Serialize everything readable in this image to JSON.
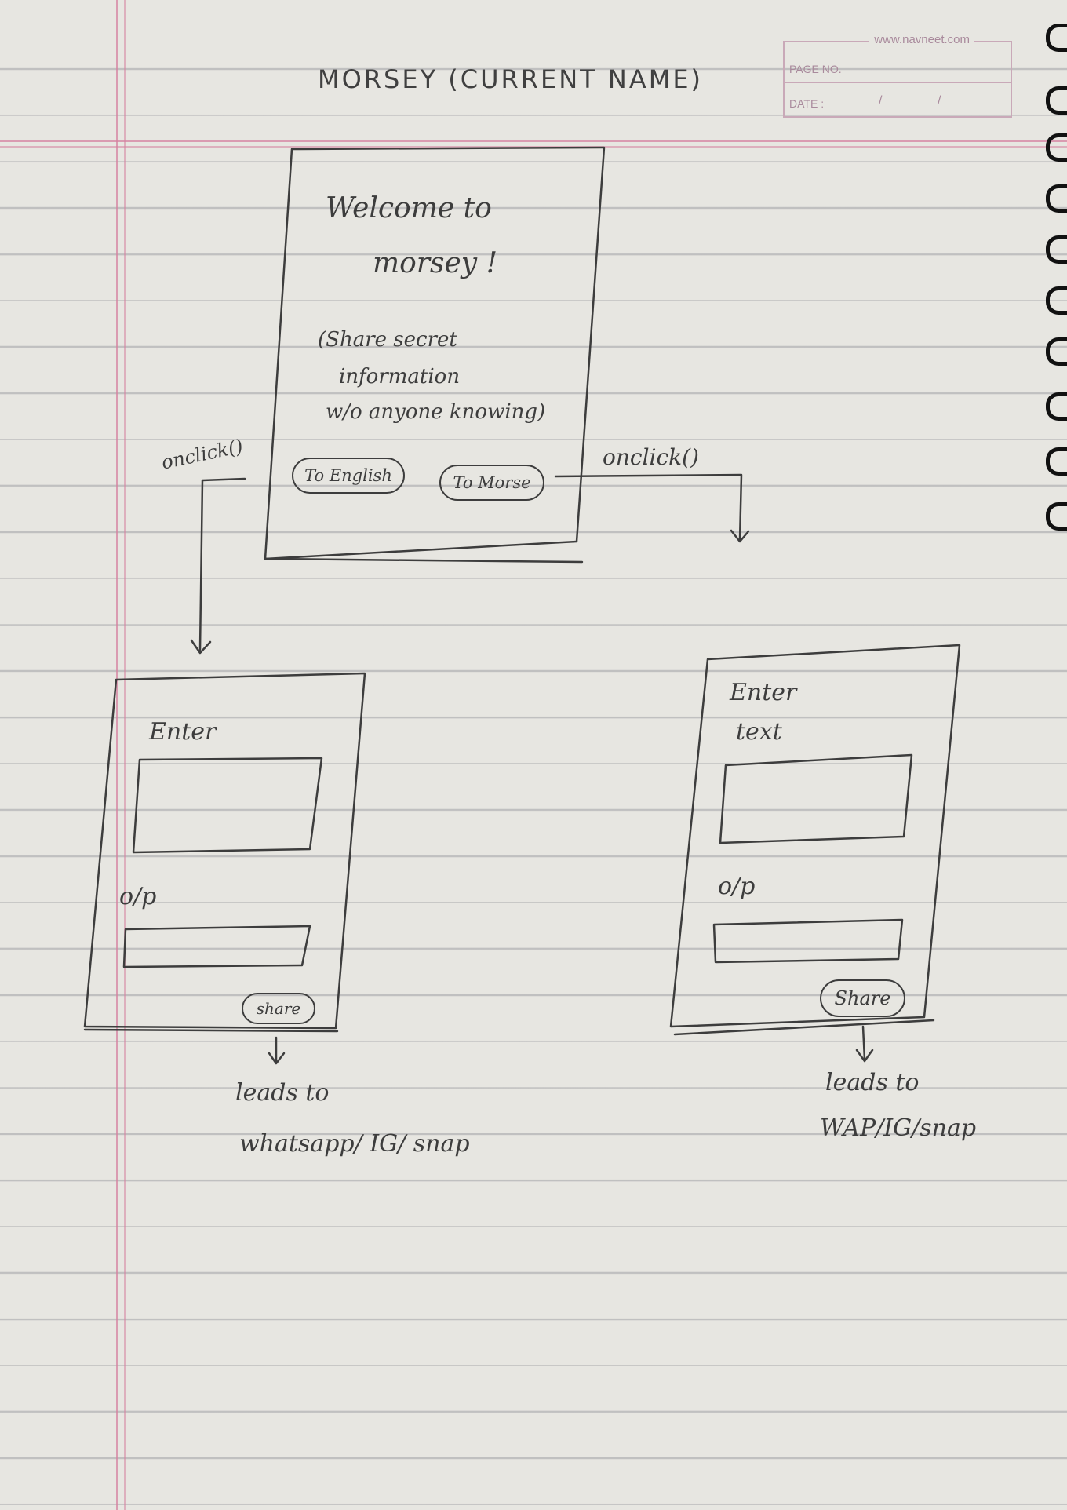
{
  "title": "MORSEY (CURRENT NAME)",
  "header": {
    "site": "www.navneet.com",
    "page_no": "PAGE NO.",
    "date": "DATE :",
    "date_sep": "/"
  },
  "welcome_screen": {
    "heading_line1": "Welcome to",
    "heading_line2": "morsey !",
    "desc_line1": "(Share secret",
    "desc_line2": "information",
    "desc_line3": "w/o anyone knowing)",
    "btn_english": "To English",
    "btn_morse": "To Morse"
  },
  "left_annotation": "onclick()",
  "right_annotation": "onclick()",
  "english_screen": {
    "input_label": "Enter",
    "output_label": "o/p",
    "share_button": "share",
    "note_line1": "leads to",
    "note_line2": "whatsapp/ IG/ snap"
  },
  "morse_screen": {
    "input_label_line1": "Enter",
    "input_label_line2": "text",
    "output_label": "o/p",
    "share_button": "Share",
    "note_line1": "leads to",
    "note_line2": "WAP/IG/snap"
  }
}
